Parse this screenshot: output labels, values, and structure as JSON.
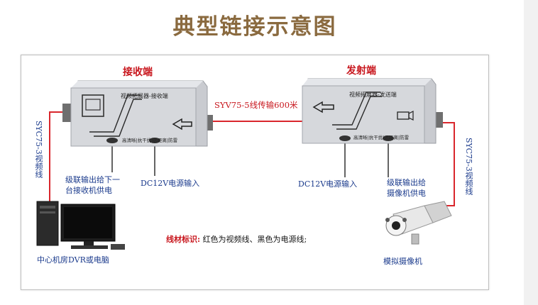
{
  "title": "典型链接示意图",
  "receiver": {
    "heading": "接收端",
    "panel_title": "视频拓展器-接收端",
    "panel_footer": "高清晰|抗干扰|远距离|防雷",
    "power_label": "DC12V电源输入",
    "cascade_label_line1": "级联输出给下一",
    "cascade_label_line2": "台接收机供电",
    "cable_label": "SYC75-3视频线"
  },
  "transmitter": {
    "heading": "发射端",
    "panel_title": "视频拓展器-发送端",
    "panel_footer": "高清晰|抗干扰|远距离|防雷",
    "power_label": "DC12V电源输入",
    "cascade_label_line1": "级联输出给",
    "cascade_label_line2": "摄像机供电",
    "cable_label": "SYC75-3视频线"
  },
  "link_label": "SYV75-5线传输600米",
  "legend": {
    "key": "线材标识:",
    "text": "红色为视频线、黑色为电源线;"
  },
  "computer_caption": "中心机房DVR或电脑",
  "camera_caption": "模拟摄像机",
  "colors": {
    "video_wire": "#d9262c",
    "power_wire": "#111111",
    "title": "#8a6a3f",
    "label_blue": "#1a3a8c",
    "label_red": "#c8161d"
  }
}
